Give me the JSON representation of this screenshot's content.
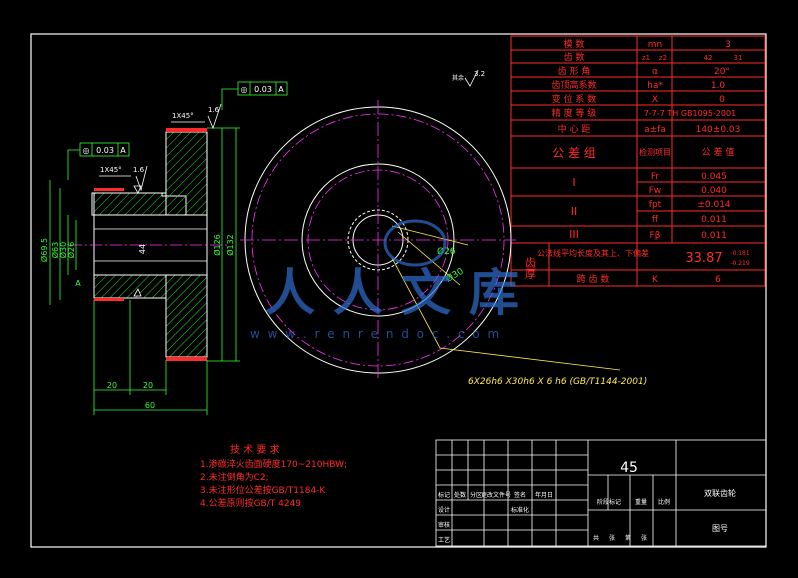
{
  "params_table": {
    "rows": [
      {
        "name": "模 数",
        "sym": "mn",
        "val": "3"
      },
      {
        "name": "齿 数",
        "sym": "z1",
        "sym2": "z2",
        "val": "42",
        "val2": "31"
      },
      {
        "name": "齿 形 角",
        "sym": "α",
        "val": "20°"
      },
      {
        "name": "齿顶高系数",
        "sym": "ha*",
        "val": "1.0"
      },
      {
        "name": "变 位 系 数",
        "sym": "X",
        "val": "0"
      },
      {
        "name": "精 度 等 级",
        "sym": "",
        "val": "7-7-7 TH GB1095-2001"
      },
      {
        "name": "中 心 距",
        "sym": "a±fa",
        "val": "140±0.03"
      }
    ],
    "tol_group_label": "公 差 组",
    "check_item_label": "检测项目",
    "tol_value_label": "公 差 值",
    "groups": [
      {
        "grade": "I",
        "items": [
          {
            "sym": "Fr",
            "val": "0.045"
          },
          {
            "sym": "Fw",
            "val": "0.040"
          }
        ]
      },
      {
        "grade": "II",
        "items": [
          {
            "sym": "fpt",
            "val": "±0.014"
          },
          {
            "sym": "ff",
            "val": "0.011"
          }
        ]
      },
      {
        "grade": "III",
        "items": [
          {
            "sym": "Fβ",
            "val": "0.011"
          }
        ]
      }
    ],
    "tooth_thick_label": "齿厚",
    "common_normal_label": "公法线平均长度及其上、下偏差",
    "common_normal_value": "33.87",
    "common_normal_upper": "-0.181",
    "common_normal_lower": "-0.219",
    "span_label": "跨 齿 数",
    "span_sym": "K",
    "span_value": "6"
  },
  "side_view": {
    "surface_finish": "3.2",
    "roughness_labels": [
      "1.6",
      "1.6"
    ],
    "chamfer_labels": [
      "1X45°",
      "1X45°"
    ],
    "fcf_top": {
      "symbol": "◎",
      "value": "0.03",
      "datum": "A"
    },
    "fcf_left": {
      "symbol": "◎",
      "value": "0.03",
      "datum": "A"
    },
    "dim_labels": {
      "d69": "Ø69.5",
      "d63": "Ø63",
      "d30": "Ø30",
      "d26": "Ø26",
      "h44": "44",
      "d126": "Ø126",
      "d132": "Ø132",
      "w20a": "20",
      "w20b": "20",
      "w60": "60",
      "datum": "A"
    }
  },
  "front_view": {
    "d26": "Ø26",
    "d30": "Ø30",
    "spline_note": "6X26h6 X30h6 X 6 h6 (GB/T1144-2001)"
  },
  "tech_req": {
    "title": "技 术 要 求",
    "items": [
      "1.渗碳淬火齿面硬度170~210HBW;",
      "2.未注倒角为C2;",
      "3.未注形位公差按GB/T1184-K",
      "4.公差原则按GB/T 4249"
    ]
  },
  "title_block": {
    "material": "45",
    "part_name": "双联齿轮",
    "drawing_no": "图号",
    "header_cells": [
      "标记",
      "处数",
      "分区",
      "更改文件号",
      "签名",
      "年月日"
    ],
    "row_labels": [
      "设计",
      "审核",
      "工艺"
    ],
    "std_label": "标准化",
    "batch_labels": [
      "阶段标记",
      "重量",
      "比例"
    ],
    "bottom_labels": [
      "共",
      "张",
      "第",
      "张"
    ]
  },
  "watermark": {
    "brand": "人人文库",
    "url": "w w w . r e n r e n d o c . c o m"
  },
  "colors": {
    "frame": "#ffffff",
    "text_red": "#ff2a2a",
    "center_line": "#ff30ff",
    "hatch": "#33dd33",
    "dimension": "#33ff33",
    "leader": "#ffe94d",
    "watermark": "#2f6fd0"
  }
}
